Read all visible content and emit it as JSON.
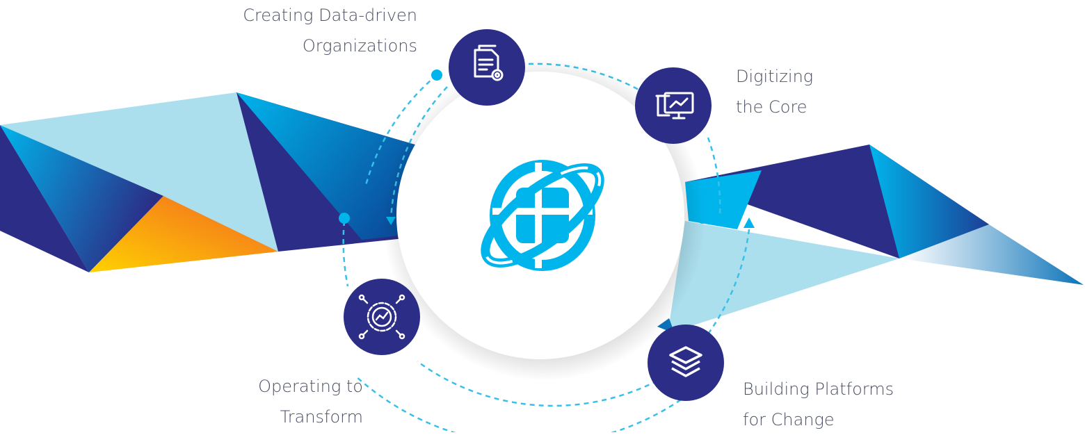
{
  "colors": {
    "navy": "#2b2d86",
    "cyan": "#00b5ec",
    "light_blue": "#abdfee",
    "mid_blue": "#0a72b8",
    "orange": "#f7941d",
    "yellow": "#ffd200",
    "dash": "#38c0ea",
    "label_text": "#4a4f66"
  },
  "center": {
    "icon": "globe-icon"
  },
  "nodes": [
    {
      "id": "data-driven",
      "icon": "document-gear-icon",
      "lines": [
        "Creating Data-driven",
        "Organizations"
      ]
    },
    {
      "id": "digitizing",
      "icon": "monitor-scroll-icon",
      "lines": [
        "Digitizing",
        "the Core"
      ]
    },
    {
      "id": "platforms",
      "icon": "layers-icon",
      "lines": [
        "Building Platforms",
        "for Change"
      ]
    },
    {
      "id": "operating",
      "icon": "gear-chart-icon",
      "lines": [
        "Operating to",
        "Transform"
      ]
    }
  ]
}
